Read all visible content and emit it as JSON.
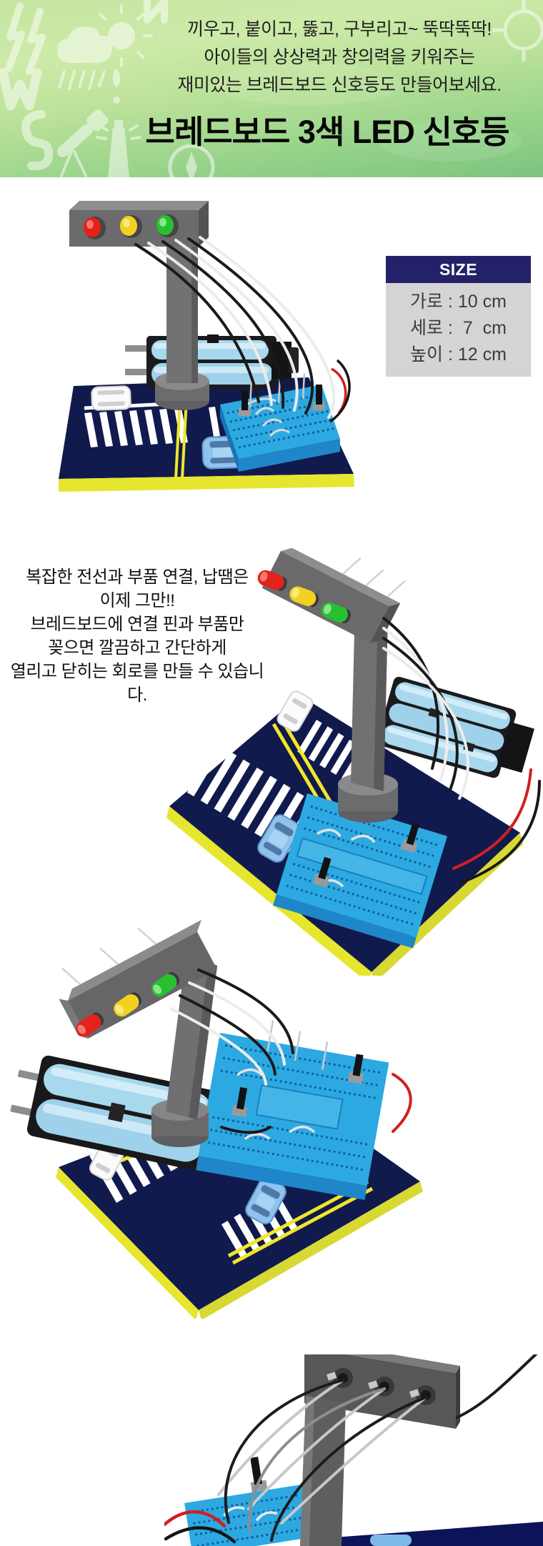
{
  "header": {
    "tagline_lines": [
      "끼우고, 붙이고, 뚫고, 구부리고~ 뚝딱뚝딱!",
      "아이들의 상상력과 창의력을 키워주는",
      "재미있는 브레드보드 신호등도 만들어보세요."
    ],
    "title": "브레드보드 3색 LED 신호등",
    "colors": {
      "bg_top": "#cdeaa9",
      "bg_bottom": "#7cc47f",
      "doodle": "#ffffff",
      "text": "#1f1f1f"
    }
  },
  "size_box": {
    "title": "SIZE",
    "rows": [
      "가로 : 10 cm",
      "세로 :  7  cm",
      "높이 : 12 cm"
    ],
    "colors": {
      "header_bg": "#232268",
      "header_text": "#ffffff",
      "body_bg": "#d4d4d4",
      "body_text": "#3c3c3c"
    }
  },
  "description": {
    "lines": [
      "복잡한 전선과 부품 연결, 납땜은",
      "이제 그만!!",
      "브레드보드에 연결 핀과 부품만",
      "꽂으면 깔끔하고 간단하게",
      "열리고 닫히는 회로를 만들 수 있습니다."
    ]
  },
  "product": {
    "colors": {
      "led_red": "#e32219",
      "led_yellow": "#f2d21f",
      "led_green": "#27c12f",
      "pole_gray": "#707072",
      "breadboard_blue": "#2da9e1",
      "breadboard_side": "#1f86c9",
      "battery_blue": "#a8d8ee",
      "holder_black": "#1b1b1d",
      "base_navy": "#111a4d",
      "base_edge_yellow": "#e6e62e",
      "wire_black": "#1a1a1a",
      "wire_white": "#ececec",
      "wire_red": "#cf2020"
    }
  }
}
